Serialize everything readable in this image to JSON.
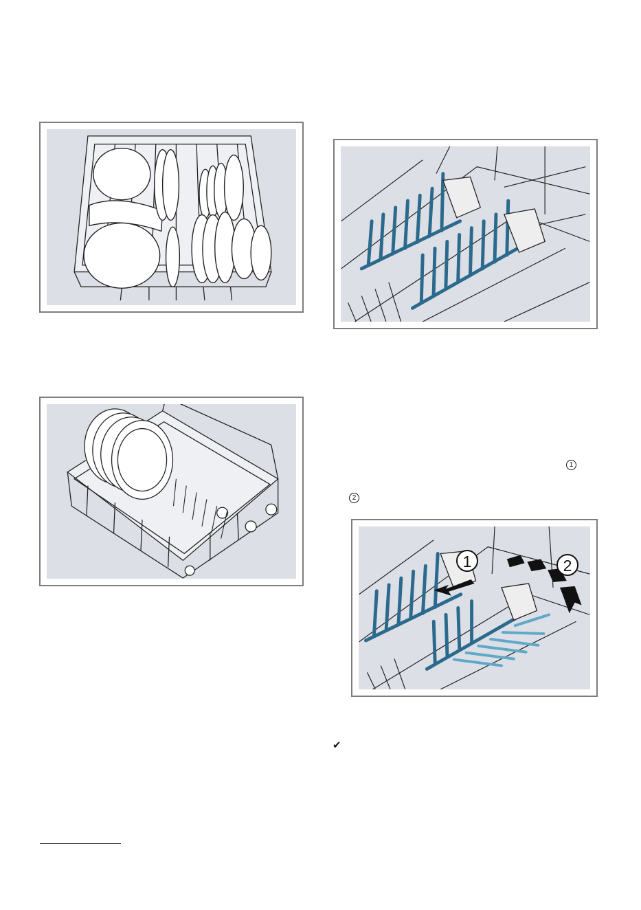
{
  "callouts": {
    "step1": "1",
    "step2": "2"
  },
  "figures": {
    "fold_detail": {
      "label1": "1",
      "label2": "2"
    }
  },
  "icons": {
    "result_check": "✔"
  },
  "colors": {
    "frame": "#7d7d7d",
    "panel": "#dcdfe6",
    "tine_blue": "#2b6a8c",
    "tine_light": "#5fa8c8"
  }
}
